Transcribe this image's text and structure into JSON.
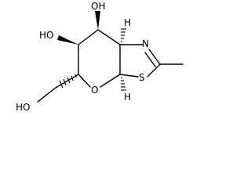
{
  "structure": {
    "atoms": {
      "oh_top": "OH",
      "oh_left": "HO",
      "ch2oh": "HO",
      "ring_o": "O",
      "s": "S",
      "n": "N",
      "h_top": "H",
      "h_bottom": "H"
    }
  }
}
